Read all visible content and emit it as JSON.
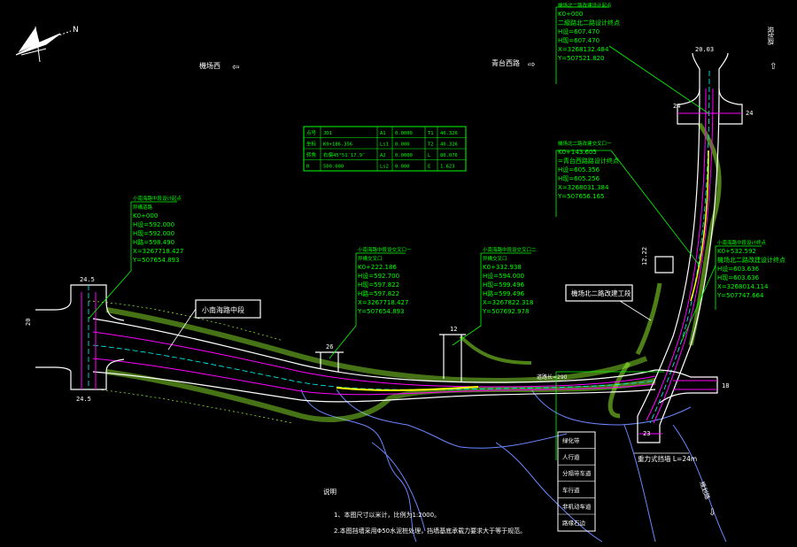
{
  "compass": {
    "north_label": "N"
  },
  "direction_labels": {
    "left": "機场西",
    "center": "青台西路",
    "top_right_1": "規划路",
    "top_right_2": "規划路",
    "bottom_right": "規划路"
  },
  "title_callouts": {
    "road_main": "小南海路中段",
    "road_second": "機场北二路改建工段"
  },
  "callouts": {
    "left_start": {
      "title": "小南海路中段设计起点",
      "subtitle": "异構道路",
      "lines": [
        "K0+000",
        "H设=592.000",
        "H现=592.000",
        "H路=598.490",
        "X=3267718.427",
        "Y=507654.893"
      ]
    },
    "inter1": {
      "title": "小南海路中段设交叉口一",
      "subtitle": "异構交叉口",
      "lines": [
        "K0+222.186",
        "H设=592.700",
        "H现=597.822",
        "H路=597.822",
        "X=3267718.427",
        "Y=507654.893"
      ]
    },
    "inter2": {
      "title": "小南海路中段设交叉口二",
      "subtitle": "异構交叉口",
      "lines": [
        "K0+332.938",
        "H设=594.000",
        "H现=599.496",
        "H路=599.496",
        "X=3267822.318",
        "Y=507692.978"
      ]
    },
    "top_start": {
      "title": "機场北二路改建设计起点",
      "lines": [
        "K0+000",
        "二級路北二路设计终点",
        "H设=607.470",
        "H现=607.470",
        "X=3268132.484",
        "Y=507521.820"
      ]
    },
    "mid_right": {
      "title": "機场北二路改建交叉口一",
      "lines": [
        "K0+143.605",
        "=青台西路路设计终点",
        "H设=605.356",
        "H现=605.256",
        "X=3268031.384",
        "Y=507656.165"
      ]
    },
    "end_right": {
      "title": "小南海路中段设计终点",
      "lines": [
        "K0+532.592",
        "機场北二路改建设计终点",
        "H设=603.636",
        "H现=603.636",
        "X=3268014.114",
        "Y=507747.664"
      ]
    }
  },
  "curve_table": {
    "rows": [
      [
        "点号",
        "JD1",
        "A1",
        "0.0000",
        "T1",
        "40.326"
      ],
      [
        "坐标",
        "K0+186.356",
        "Ls1",
        "0.000",
        "T2",
        "40.326"
      ],
      [
        "转角",
        "右偏45°51′17.9″",
        "A2",
        "0.0000",
        "L",
        "80.076"
      ],
      [
        "R",
        "500.000",
        "Ls2",
        "0.000",
        "E",
        "1.623"
      ]
    ]
  },
  "dimensions": {
    "left_top": "24.5",
    "left_bottom": "24.5",
    "left_side": "20",
    "road_w1": "26",
    "road_w2": "12",
    "top_w1": "20.03",
    "top_w2": "24",
    "top_w3": "24",
    "mid_w": "12.22",
    "right_w": "18",
    "bottom_w": "23",
    "length_label": "道路长=290"
  },
  "legend": {
    "items": [
      "绿化带",
      "人行道",
      "分隔带车道",
      "车行道",
      "非机动车道",
      "路缘石边"
    ]
  },
  "crosswalk_label": "重力式挡墙 L=24m",
  "notes": {
    "heading": "说明",
    "lines": [
      "1、本图尺寸以米计，比例为1:2000。",
      "2.本图挡墙采用Φ50水泥桩处理，挡墙基底承载力要求大于等于规范。"
    ]
  },
  "colors": {
    "road_edge": "#ffffff",
    "centerline": "#00ffff",
    "lane": "#ff00ff",
    "slope": "#ffff00",
    "green": "#00ff00",
    "terrain": "#6b86ff",
    "yellow_line": "#ffff00"
  }
}
